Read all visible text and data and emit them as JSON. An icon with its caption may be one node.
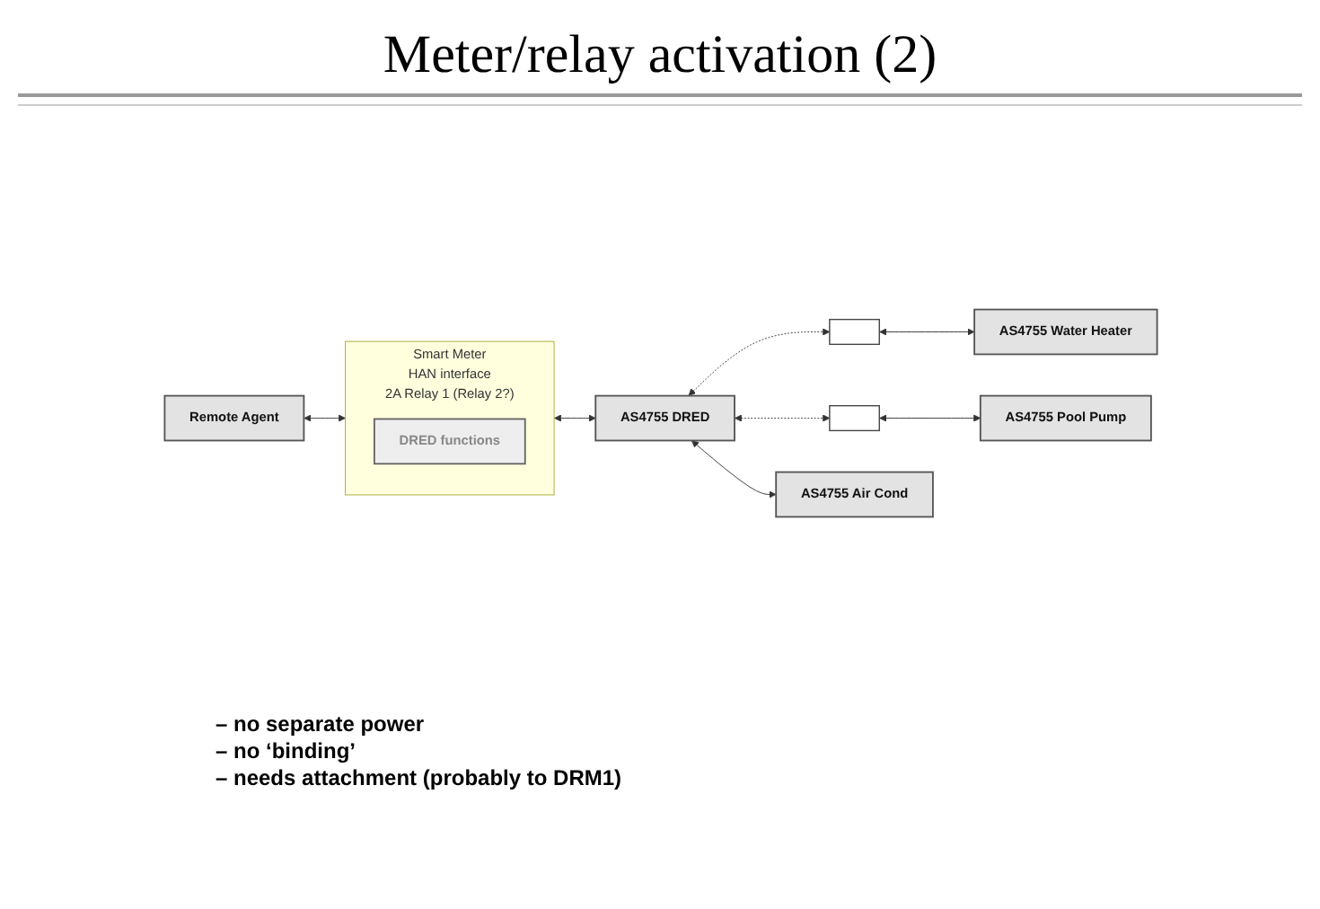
{
  "diagram": {
    "title": "Meter/relay activation (2)",
    "nodes": [
      {
        "text": [
          "Smart Meter",
          "HAN interface",
          "2A Relay 1 (Relay 2?)"
        ]
      },
      {
        "text": [
          "DRED functions"
        ],
        "in": 0
      },
      {
        "text": [
          "Remote Agent"
        ]
      },
      {
        "text": [
          "AS4755 DRED"
        ]
      },
      {
        "text": [],
        "shape": "box"
      },
      {
        "text": [
          "AS4755 Water Heater"
        ]
      },
      {
        "text": [],
        "shape": "box"
      },
      {
        "text": [
          "AS4755 Pool Pump"
        ]
      },
      {
        "text": [
          "AS4755 Air Cond"
        ]
      }
    ],
    "edges": [
      {
        "from": 2,
        "to": 0,
        "arrow": "both"
      },
      {
        "from": 0,
        "to": 3,
        "arrow": "both"
      },
      {
        "from": 3,
        "to": 4,
        "arrow": "both",
        "style": "dashed"
      },
      {
        "from": 3,
        "to": 6,
        "arrow": "both",
        "style": "dashed"
      },
      {
        "from": 4,
        "to": 5,
        "arrow": "both"
      },
      {
        "from": 6,
        "to": 7,
        "arrow": "both"
      },
      {
        "from": 3,
        "to": 8,
        "arrow": "both"
      }
    ],
    "labels": [
      "– no separate power",
      "– no ‘binding’",
      "– needs attachment (probably to DRM1)"
    ]
  }
}
